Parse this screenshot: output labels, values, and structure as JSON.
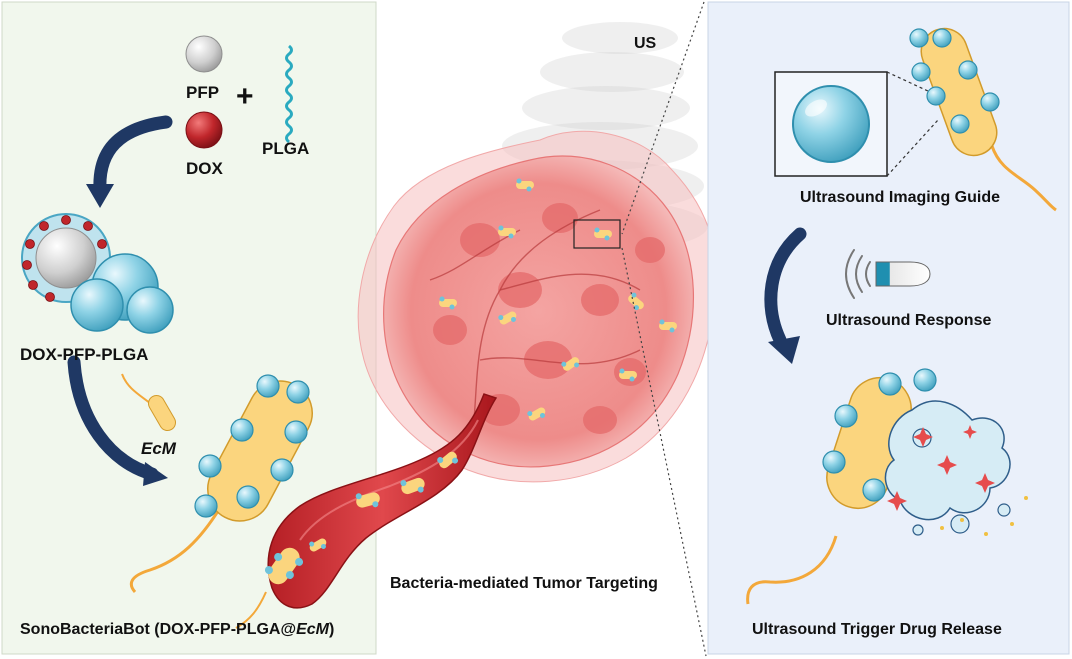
{
  "left_panel": {
    "pfp_label": "PFP",
    "plus_sign": "+",
    "dox_label": "DOX",
    "plga_label": "PLGA",
    "nanoparticle_label": "DOX-PFP-PLGA",
    "bacteria_label": "EcM",
    "robot_label_prefix": "SonoBacteriaBot (DOX-PFP-PLGA@",
    "robot_label_italic": "EcM",
    "robot_label_suffix": ")"
  },
  "center": {
    "us_label": "US",
    "targeting_label": "Bacteria-mediated Tumor Targeting"
  },
  "right_panel": {
    "imaging_label": "Ultrasound Imaging Guide",
    "response_label": "Ultrasound Response",
    "release_label": "Ultrasound Trigger Drug Release"
  },
  "colors": {
    "left_panel_bg": "#f1f7ed",
    "right_panel_bg": "#eaf0fa",
    "arrow": "#1f3864",
    "bubble": "#6fc3da",
    "bacteria_body": "#fbd57e",
    "flagellum": "#f3a83a",
    "dox": "#c0262b",
    "pfp": "#c9c9c9",
    "plga": "#2aaac0",
    "tumor": "#ef8c8c",
    "vessel": "#c82a2f"
  }
}
